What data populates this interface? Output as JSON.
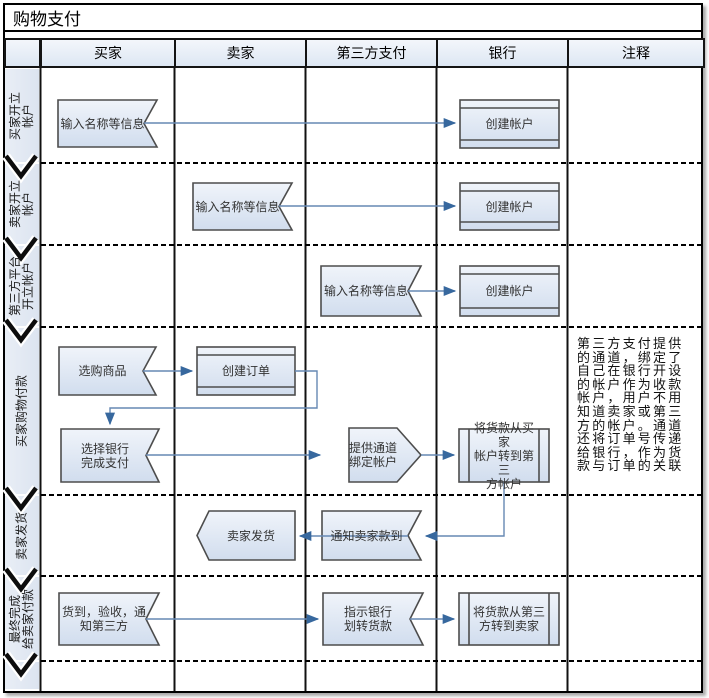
{
  "title": "购物支付",
  "columns": [
    "买家",
    "卖家",
    "第三方支付",
    "银行",
    "注释"
  ],
  "lanes": [
    {
      "label": "买家开立\n帐户"
    },
    {
      "label": "卖家开立\n帐户"
    },
    {
      "label": "第三方平台\n开立帐户"
    },
    {
      "label": "买家购物付款"
    },
    {
      "label": "卖家发货"
    },
    {
      "label": "最终完成\n给卖家付款"
    },
    {
      "label": ""
    }
  ],
  "nodes": [
    {
      "id": "buyer-enter-info",
      "label": "输入名称等信息",
      "shape": "notch-right"
    },
    {
      "id": "bank-create-account-1",
      "label": "创建帐户",
      "shape": "banded-h"
    },
    {
      "id": "seller-enter-info",
      "label": "输入名称等信息",
      "shape": "notch-right"
    },
    {
      "id": "bank-create-account-2",
      "label": "创建帐户",
      "shape": "banded-h"
    },
    {
      "id": "thirdparty-enter-info",
      "label": "输入名称等信息",
      "shape": "notch-right"
    },
    {
      "id": "bank-create-account-3",
      "label": "创建帐户",
      "shape": "banded-h"
    },
    {
      "id": "buyer-select-goods",
      "label": "选购商品",
      "shape": "notch-right"
    },
    {
      "id": "seller-create-order",
      "label": "创建订单",
      "shape": "banded-h"
    },
    {
      "id": "buyer-choose-bank-pay",
      "label": "选择银行\n完成支付",
      "shape": "notch-right"
    },
    {
      "id": "thirdparty-provide-channel",
      "label": "提供通道\n绑定帐户",
      "shape": "hexagon"
    },
    {
      "id": "bank-transfer-buyer-to-third",
      "label": "将货款从买家\n帐户转到第三\n方帐户",
      "shape": "banded-v"
    },
    {
      "id": "seller-ship",
      "label": "卖家发货",
      "shape": "pennant-left"
    },
    {
      "id": "thirdparty-notify-seller",
      "label": "通知卖家款到",
      "shape": "notch-right"
    },
    {
      "id": "buyer-receive-confirm",
      "label": "货到，验收，通\n知第三方",
      "shape": "notch-right"
    },
    {
      "id": "thirdparty-instruct-bank",
      "label": "指示银行\n划转货款",
      "shape": "notch-right"
    },
    {
      "id": "bank-transfer-third-to-seller",
      "label": "将货款从第三\n方转到卖家",
      "shape": "banded-v"
    }
  ],
  "note": "第三方支付提供\n的通道，绑定了\n自己在银行开设\n的帐户作为收款\n帐户，用户不用\n知道卖家或第三\n方的帐户。通道\n还将订单号传递\n给银行，作为货\n款与订单的关联",
  "colors": {
    "shape_fill_top": "#f0f4fa",
    "shape_fill_bottom": "#d1ddee",
    "shape_border": "#4d4d4d",
    "connector": "#6688b3",
    "arrow_head": "#37689e",
    "lane_fill": "#dce4f0",
    "grid": "#111111"
  }
}
